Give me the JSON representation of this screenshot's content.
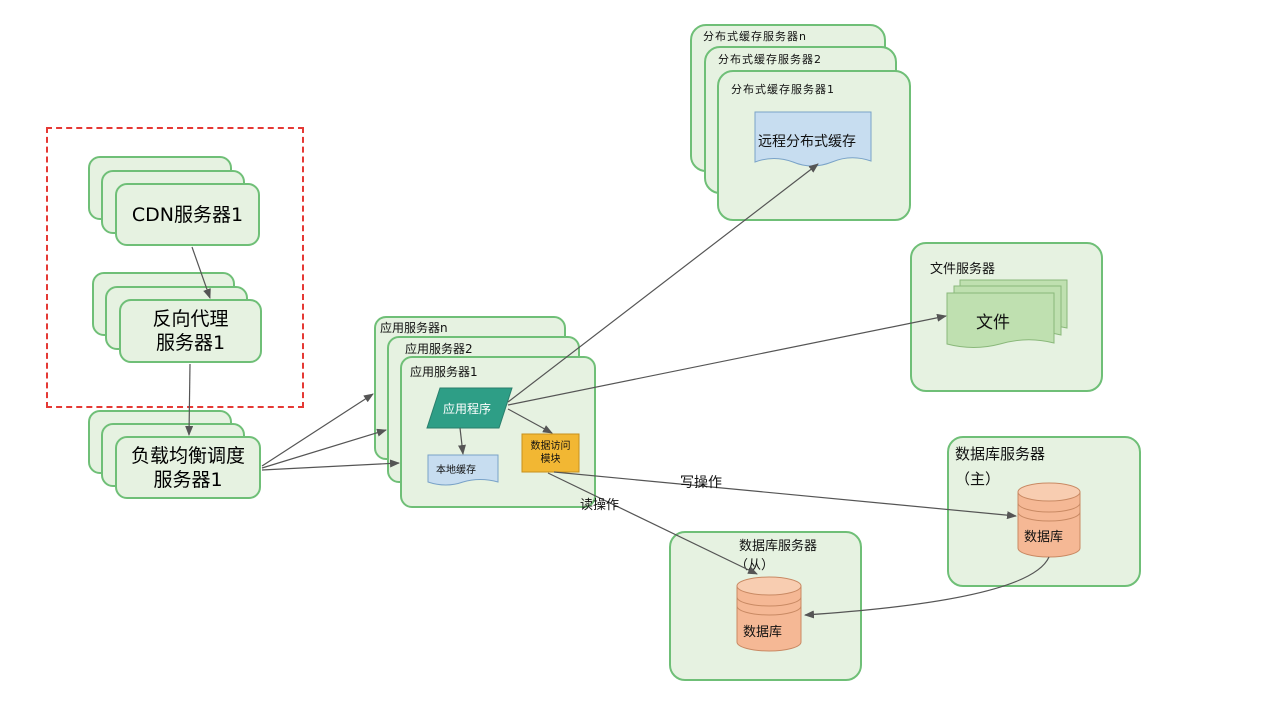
{
  "cdn": {
    "label": "CDN服务器1"
  },
  "proxy": {
    "label_line1": "反向代理",
    "label_line2": "服务器1"
  },
  "lb": {
    "label_line1": "负载均衡调度",
    "label_line2": "服务器1"
  },
  "app_servers": {
    "n": "应用服务器n",
    "two": "应用服务器2",
    "one": "应用服务器1",
    "app_program": "应用程序",
    "local_cache": "本地缓存",
    "data_access_line1": "数据访问",
    "data_access_line2": "模块"
  },
  "cache_servers": {
    "n": "分布式缓存服务器n",
    "two": "分布式缓存服务器2",
    "one": "分布式缓存服务器1",
    "remote_cache": "远程分布式缓存"
  },
  "file_server": {
    "title": "文件服务器",
    "file": "文件"
  },
  "db_master": {
    "title_line1": "数据库服务器",
    "title_line2": "（主）",
    "db": "数据库"
  },
  "db_slave": {
    "title_line1": "数据库服务器",
    "title_line2": "（从）",
    "db": "数据库"
  },
  "edges": {
    "write": "写操作",
    "read": "读操作"
  },
  "colors": {
    "box_fill": "#e6f2e1",
    "box_border": "#6fbf77",
    "dashed_border": "#e53935",
    "app_program": "#2e9e86",
    "local_cache": "#c7ddf0",
    "data_access": "#f2b733",
    "database": "#f5b895",
    "file": "#bfe0b0"
  }
}
